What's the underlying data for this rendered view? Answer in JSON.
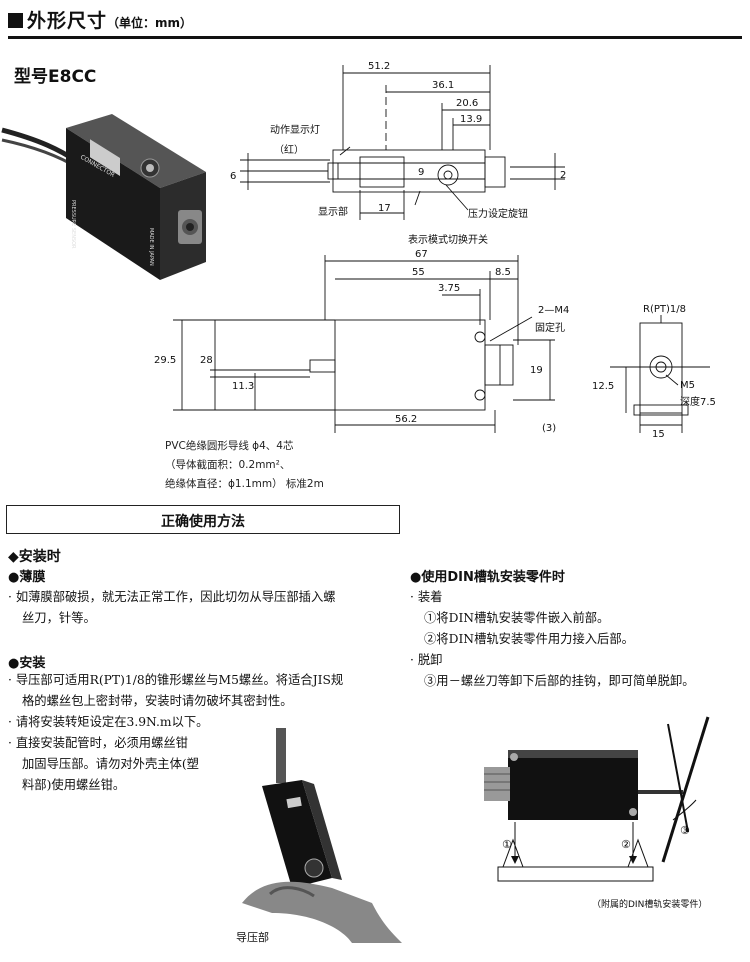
{
  "header": {
    "title": "外形尺寸",
    "unit": "（单位：mm）"
  },
  "model": "型号E8CC",
  "drawing": {
    "top_dims": [
      "51.2",
      "36.1",
      "20.6",
      "13.9"
    ],
    "left_dim_6": "6",
    "right_dim_2": "2",
    "dim_9": "9",
    "dim_17": "17",
    "indicator_label": "动作显示灯",
    "indicator_sub": "（红）",
    "display_label": "显示部",
    "knob_label": "压力设定旋钮",
    "mode_switch_label": "表示模式切换开关",
    "dim_67": "67",
    "dim_55": "55",
    "dim_8_5": "8.5",
    "dim_3_75": "3.75",
    "mount_label": "2—M4",
    "mount_label2": "固定孔",
    "dim_29_5": "29.5",
    "dim_28": "28",
    "dim_11_3": "11.3",
    "dim_19": "19",
    "dim_56_2": "56.2",
    "dim_3": "(3)",
    "thread_label": "R(PT)1/8",
    "m5_label": "M5",
    "depth_label": "深度7.5",
    "dim_12_5": "12.5",
    "dim_15": "15",
    "cable_line1": "PVC绝缘圆形导线 ϕ4、4芯",
    "cable_line2": "（导体截面积：0.2mm²、",
    "cable_line3": "绝缘体直径：ϕ1.1mm） 标准2m"
  },
  "section": {
    "title": "正确使用方法"
  },
  "install": {
    "heading": "◆安装时",
    "film_heading": "●薄膜",
    "film_text_1": "· 如薄膜部破损，就无法正常工作，因此切勿从导压部插入螺",
    "film_text_2": "丝刀，针等。",
    "mount_heading": "●安装",
    "mount_text_1": "· 导压部可适用R(PT)1/8的锥形螺丝与M5螺丝。将适合JIS规",
    "mount_text_2": "格的螺丝包上密封带，安装时请勿破坏其密封性。",
    "mount_text_3": "· 请将安装转矩设定在3.9N.m以下。",
    "mount_text_4": "· 直接安装配管时，必须用螺丝钳",
    "mount_text_5": "加固导压部。请勿对外壳主体(塑",
    "mount_text_6": "料部)使用螺丝钳。",
    "photo_label": "导压部"
  },
  "din": {
    "heading": "●使用DIN槽轨安装零件时",
    "attach_label": "· 装着",
    "attach_1": "①将DIN槽轨安装零件嵌入前部。",
    "attach_2": "②将DIN槽轨安装零件用力接入后部。",
    "detach_label": "· 脱卸",
    "detach_1": "③用－螺丝刀等卸下后部的挂钩，即可简单脱卸。",
    "caption": "（附属的DIN槽轨安装零件）",
    "step1": "①",
    "step2": "②",
    "step3": "③"
  },
  "product_labels": {
    "brand": "CONNECTOR",
    "maker": "PRESSURE SENSOR",
    "origin": "MADE IN JAPAN"
  }
}
